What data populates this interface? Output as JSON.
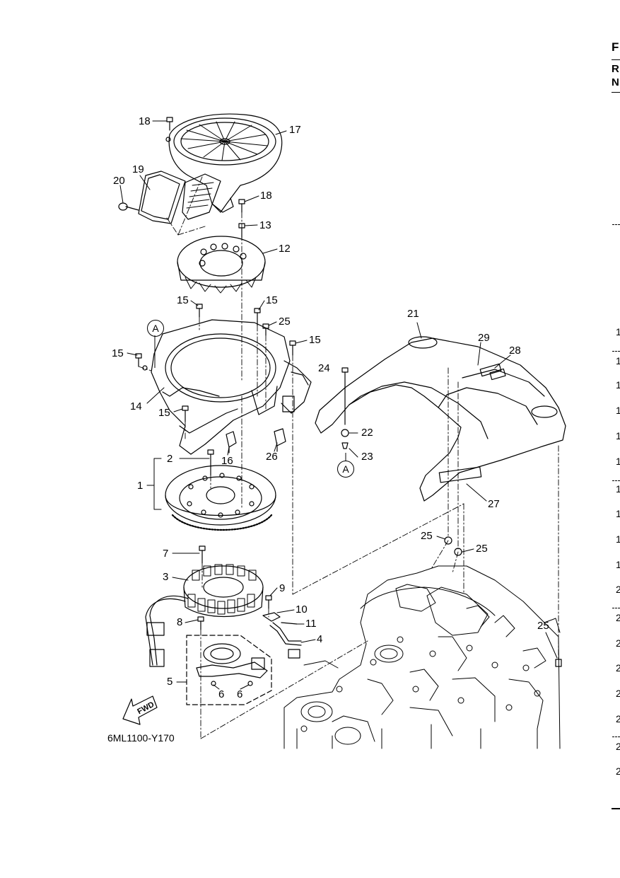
{
  "diagram": {
    "code": "6ML1100-Y170",
    "fwd_label": "FWD",
    "reference_mark": "A",
    "callouts": [
      "1",
      "2",
      "3",
      "4",
      "5",
      "6",
      "6",
      "7",
      "8",
      "9",
      "10",
      "11",
      "12",
      "13",
      "14",
      "15",
      "15",
      "15",
      "15",
      "15",
      "16",
      "17",
      "18",
      "18",
      "19",
      "20",
      "21",
      "22",
      "23",
      "24",
      "25",
      "25",
      "25",
      "25",
      "26",
      "27",
      "28",
      "29"
    ]
  },
  "right_edge": {
    "header": [
      "F",
      "R",
      "N"
    ],
    "row_marks": [
      "1",
      "1",
      "1",
      "1",
      "1",
      "1",
      "1",
      "1",
      "1",
      "1",
      "2",
      "2",
      "2",
      "2",
      "2",
      "2",
      "2",
      "2"
    ]
  }
}
